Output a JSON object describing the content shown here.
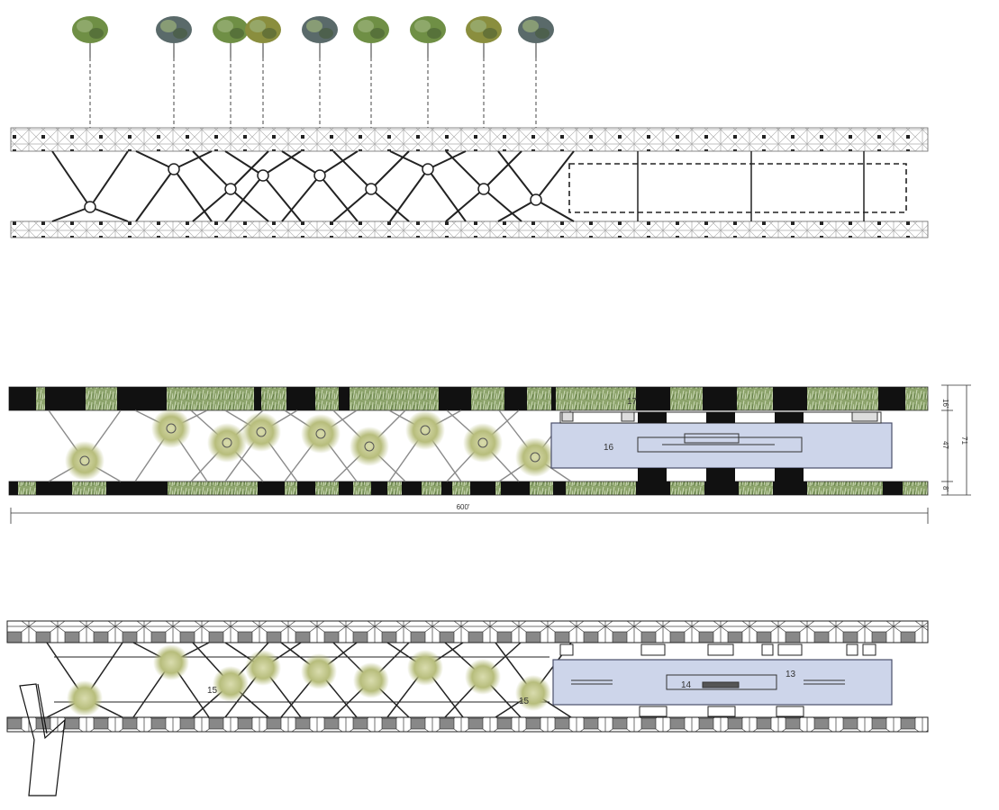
{
  "diagram": {
    "panels": [
      {
        "id": "elevation",
        "description_hidden": true
      },
      {
        "id": "landscape-plan"
      },
      {
        "id": "structural-plan"
      }
    ],
    "labels": {
      "label_17": "17",
      "label_16": "16",
      "label_13": "13",
      "label_14": "14",
      "label_15a": "15",
      "label_15b": "15"
    },
    "dimensions": {
      "overall_length": "600'",
      "dim_16": "16'",
      "dim_47": "47",
      "dim_8": "8'",
      "dim_71": "71"
    },
    "colors": {
      "black": "#111111",
      "grass": "#7f9a63",
      "grass_light": "#b7c7a0",
      "building": "#cdd5ea",
      "building_stroke": "#4a4f6a",
      "tree_green": "#5f7d3c",
      "tree_blue": "#5c6b6b",
      "shrub": "#b8c27a"
    }
  }
}
